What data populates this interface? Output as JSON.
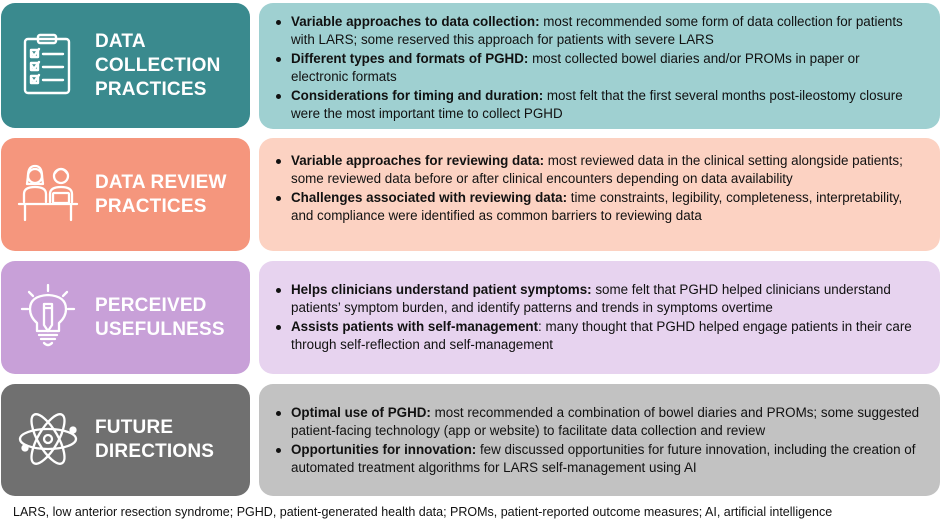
{
  "colors": {
    "row1_label": "#3a8a8e",
    "row1_detail": "#9fd0d1",
    "row2_label": "#f5967d",
    "row2_detail": "#fcd2c2",
    "row3_label": "#c8a0d8",
    "row3_detail": "#e7d3ef",
    "row4_label": "#707070",
    "row4_detail": "#c2c2c2"
  },
  "rows": [
    {
      "icon": "clipboard-checklist-icon",
      "title_lines": [
        "DATA",
        "COLLECTION",
        "PRACTICES"
      ],
      "bullets": [
        {
          "heading": "Variable approaches to data collection:",
          "text": " most recommended some form of data collection for patients with LARS; some reserved this approach for patients with severe LARS"
        },
        {
          "heading": "Different types and formats of PGHD:",
          "text": " most collected bowel diaries and/or PROMs in paper or electronic formats"
        },
        {
          "heading": "Considerations for timing and duration:",
          "text": " most felt that the first several months post-ileostomy closure were the most important time to collect PGHD"
        }
      ]
    },
    {
      "icon": "clinician-patient-desk-icon",
      "title_lines": [
        "DATA REVIEW",
        "PRACTICES"
      ],
      "bullets": [
        {
          "heading": "Variable approaches for reviewing data:",
          "text": " most reviewed data in the clinical setting alongside patients; some reviewed data before or after clinical encounters depending on data availability"
        },
        {
          "heading": "Challenges associated with reviewing data:",
          "text": " time constraints, legibility, completeness, interpretability, and compliance were identified as common barriers to reviewing data"
        }
      ]
    },
    {
      "icon": "lightbulb-pencil-icon",
      "title_lines": [
        "PERCEIVED",
        "USEFULNESS"
      ],
      "bullets": [
        {
          "heading": "Helps clinicians understand patient symptoms:",
          "text": " some felt that PGHD helped clinicians understand patients’ symptom burden, and identify patterns and trends in symptoms overtime"
        },
        {
          "heading": "Assists patients with self-management",
          "text": ": many thought that PGHD helped engage patients in their care through self-reflection and self-management"
        }
      ]
    },
    {
      "icon": "atom-icon",
      "title_lines": [
        "FUTURE",
        "DIRECTIONS"
      ],
      "bullets": [
        {
          "heading": "Optimal use of PGHD:",
          "text": " most recommended a combination of bowel diaries and PROMs; some suggested patient-facing technology (app or website) to facilitate data collection and review"
        },
        {
          "heading": "Opportunities for innovation:",
          "text": " few discussed opportunities for future innovation, including the creation of automated treatment algorithms for LARS self-management using AI"
        }
      ]
    }
  ],
  "footnote": "LARS, low anterior resection syndrome; PGHD, patient-generated health data; PROMs, patient-reported outcome measures; AI, artificial intelligence"
}
